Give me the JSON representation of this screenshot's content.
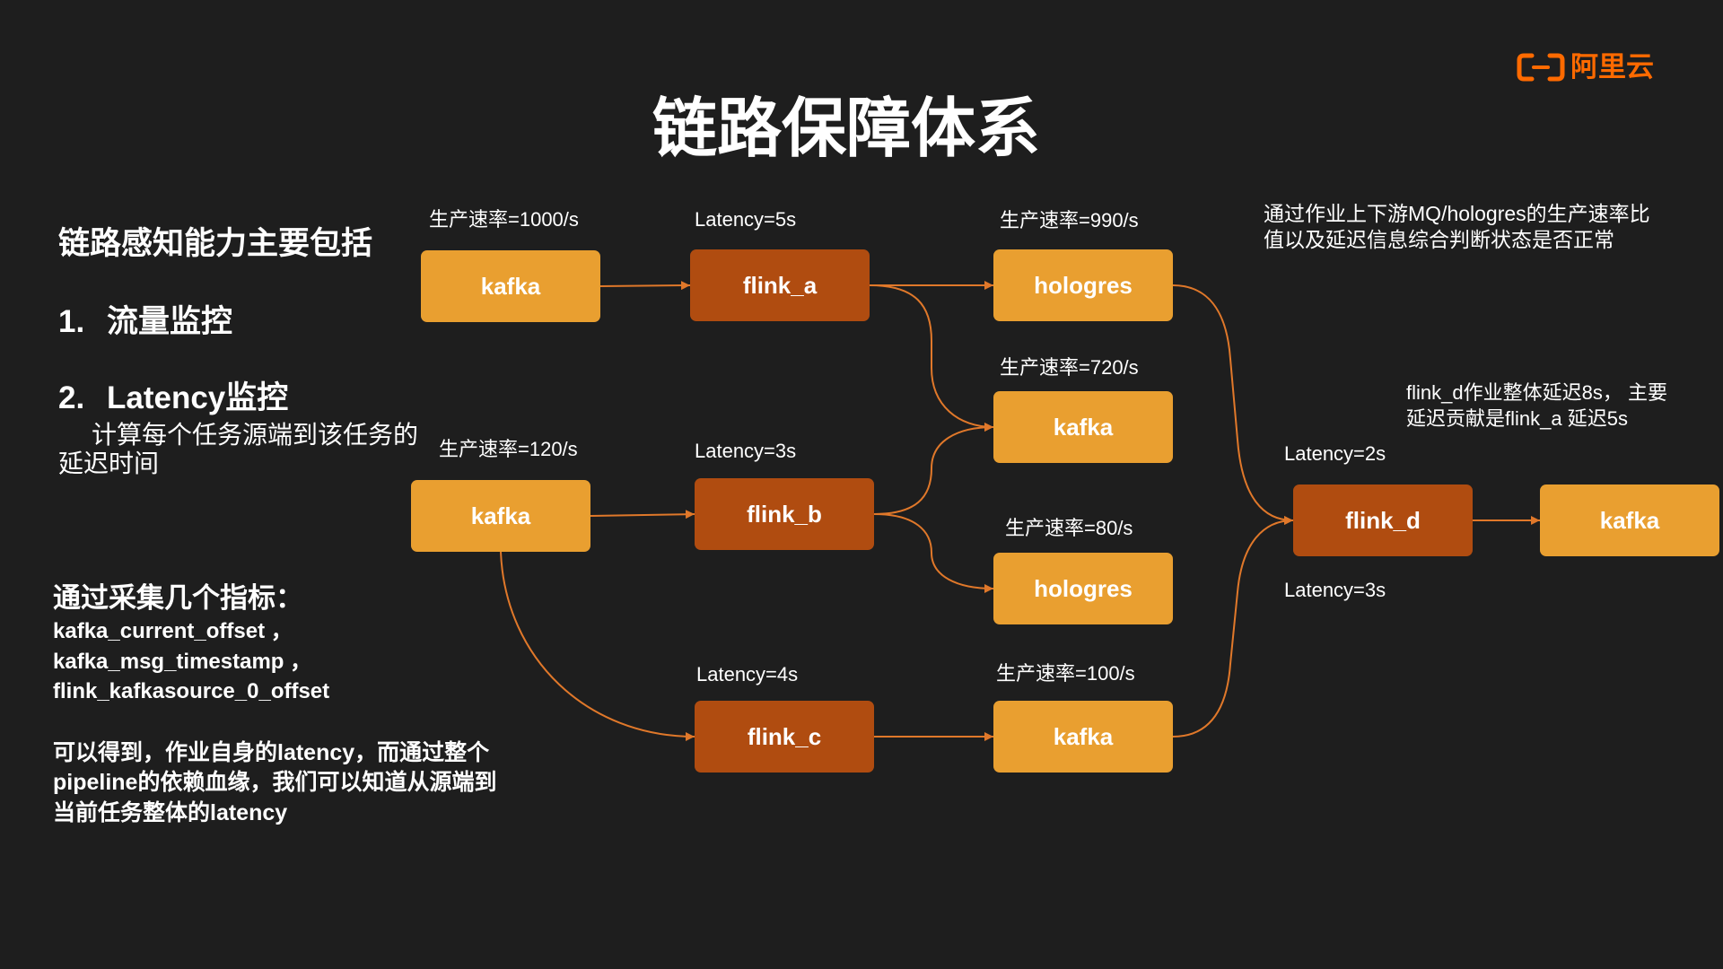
{
  "logo": {
    "text": "阿里云",
    "icon": "aliyun-bracket-icon"
  },
  "title": "链路保障体系",
  "left_panel": {
    "heading": "链路感知能力主要包括",
    "items": [
      {
        "number": "1.",
        "label": "流量监控"
      },
      {
        "number": "2.",
        "label": "Latency监控",
        "description": [
          "计算每个任务源端到该任务的",
          "延迟时间"
        ]
      }
    ],
    "metrics_heading": "通过采集几个指标：",
    "metrics": [
      "kafka_current_offset ，",
      "kafka_msg_timestamp ，",
      "flink_kafkasource_0_offset"
    ],
    "conclusion": [
      "可以得到，作业自身的latency，而通过整个",
      "pipeline的依赖血缘，我们可以知道从源端到",
      "当前任务整体的latency"
    ]
  },
  "diagram": {
    "nodes": {
      "kafka_1": "kafka",
      "flink_a": "flink_a",
      "hologres_1": "hologres",
      "kafka_2": "kafka",
      "kafka_3": "kafka",
      "flink_b": "flink_b",
      "hologres_2": "hologres",
      "flink_c": "flink_c",
      "kafka_4": "kafka",
      "flink_d": "flink_d",
      "kafka_5": "kafka"
    },
    "annotations": {
      "rate_kafka_1": "生产速率=1000/s",
      "latency_flink_a": "Latency=5s",
      "rate_hologres_1": "生产速率=990/s",
      "rate_kafka_2": "生产速率=720/s",
      "rate_kafka_3": "生产速率=120/s",
      "latency_flink_b": "Latency=3s",
      "rate_hologres_2": "生产速率=80/s",
      "latency_flink_c": "Latency=4s",
      "rate_kafka_4": "生产速率=100/s",
      "latency_flink_d_upper": "Latency=2s",
      "latency_flink_d_lower": "Latency=3s"
    },
    "notes": {
      "rate_compare": [
        "通过作业上下游MQ/hologres的生产速率比",
        "值以及延迟信息综合判断状态是否正常"
      ],
      "flink_d_latency": [
        "flink_d作业整体延迟8s， 主要",
        "延迟贡献是flink_a 延迟5s"
      ]
    }
  },
  "colors": {
    "background": "#1e1e1e",
    "source_node": "#e99f30",
    "job_node": "#b04c10",
    "edge": "#e0782a",
    "logo": "#ff6a00"
  }
}
